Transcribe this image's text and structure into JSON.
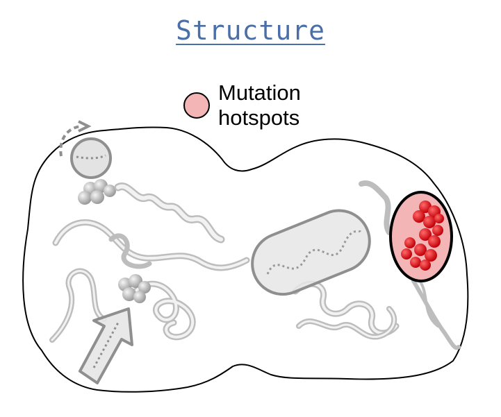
{
  "title": "Structure",
  "legend": {
    "label": "Mutation hotspots",
    "swatch_color": "#f3b5b5"
  },
  "colors": {
    "title": "#4a6fa8",
    "hotspot_highlight": "#f3b5b5",
    "hotspot_residues": "#e8141a",
    "domain_gray": "#8f8f8f"
  },
  "icons": [
    "rotation-arrow-icon",
    "ribbon-structure",
    "hotspot-atoms"
  ]
}
